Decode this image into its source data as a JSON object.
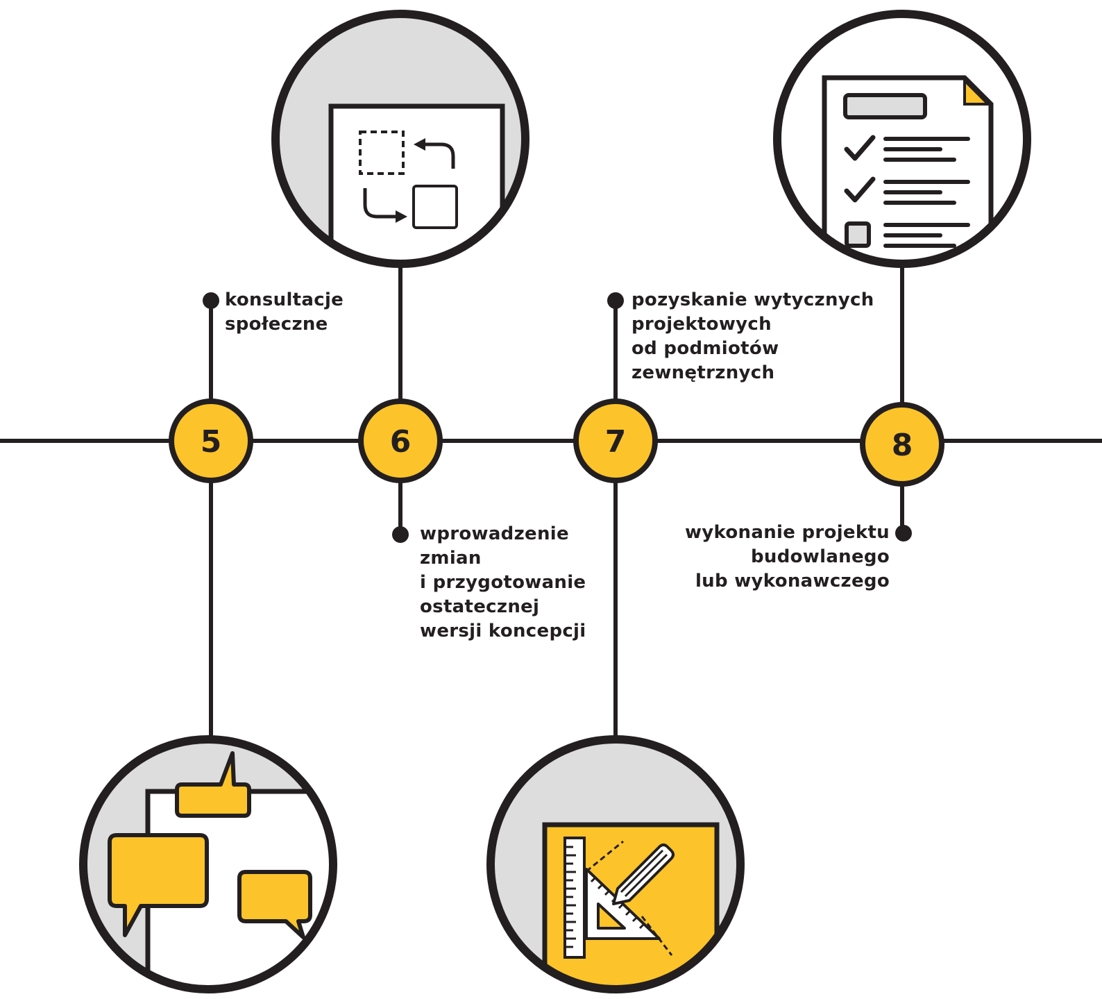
{
  "colors": {
    "accent": "#fcc42a",
    "ink": "#231f20",
    "panel": "#dcdddc",
    "paper": "#ffffff"
  },
  "steps": [
    {
      "number": "5",
      "label": [
        "konsultacje",
        "społeczne"
      ],
      "icon": "speech-bubbles-icon"
    },
    {
      "number": "6",
      "label": [
        "wprowadzenie",
        "zmian",
        "i przygotowanie",
        "ostatecznej",
        "wersji koncepcji"
      ],
      "icon": "revision-arrows-icon"
    },
    {
      "number": "7",
      "label": [
        "pozyskanie wytycznych",
        "projektowych",
        "od podmiotów",
        "zewnętrznych"
      ],
      "icon": "ruler-pencil-icon"
    },
    {
      "number": "8",
      "label": [
        "wykonanie projektu",
        "budowlanego",
        "lub wykonawczego"
      ],
      "icon": "checklist-icon"
    }
  ]
}
